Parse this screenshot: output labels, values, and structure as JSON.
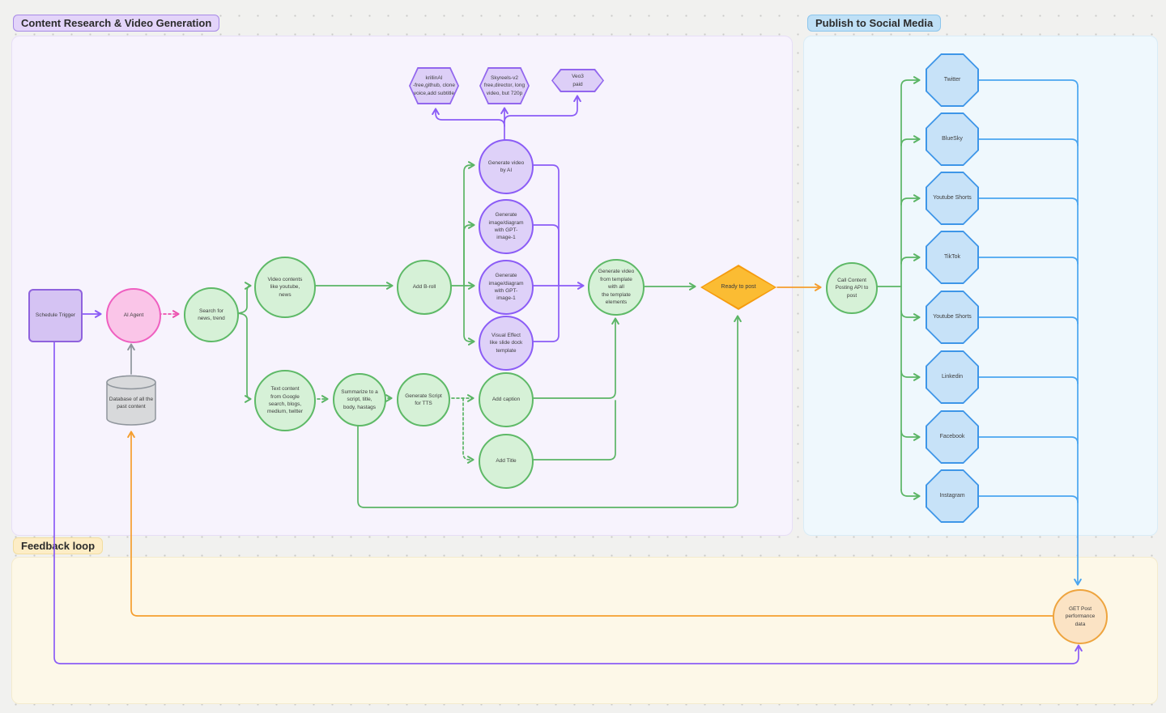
{
  "badges": {
    "research": "Content Research & Video Generation",
    "publish": "Publish to Social Media",
    "feedback": "Feedback loop"
  },
  "nodes": {
    "schedule_trigger": "Schedule Trigger",
    "ai_agent": "AI Agent",
    "search": "Search for\nnews, trend",
    "video_contents": "Video contents\nlike youtube,\nnews",
    "text_content": "Text content\nfrom Google\nsearch, blogs,\nmedium, twitter",
    "add_broll": "Add B-roll",
    "gen_video_ai": "Generate video\nby AI",
    "gen_img_1": "Generate\nimage/diagram\nwith GPT-\nimage-1",
    "gen_img_2": "Generate\nimage/diagram\nwith GPT-\nimage-1",
    "visual_effect": "Visual Effect\nlike slide dock\ntemplate",
    "gen_video_template": "Generate video\nfrom template\nwith all\nthe template\nelements",
    "summarize": "Summarize to a\nscript, title,\nbody, hastags",
    "gen_script_tts": "Generate Script\nfor TTS",
    "add_caption": "Add caption",
    "add_title": "Add Title",
    "ready_to_post": "Ready to post",
    "call_api": "Call Content\nPosting API to\npost",
    "database": "Database of all the\npast content",
    "get_post": "GET Post\nperformance\ndata",
    "hex_krillin": "krillinAI\n-free,github, clone\nvoice,add subtitle",
    "hex_skyreels": "Skyreels-v2\nfree,director, long\nvideo, but 720p",
    "hex_veo3": "Veo3\npaid"
  },
  "platforms": [
    "Twitter",
    "BlueSky",
    "Youtube Shorts",
    "TikTok",
    "Youtube Shorts",
    "Linkedin",
    "Facebook",
    "Instagram"
  ],
  "colors": {
    "green_edge": "#5bb565",
    "purple_edge": "#8b5cf6",
    "pink_edge": "#ec4fae",
    "orange_edge": "#f59e2e",
    "blue_edge": "#4aa5f0",
    "gray_edge": "#8f959c",
    "green_node_fill": "#d6f1d7",
    "purple_node_fill": "#ded1f8",
    "blue_node_fill": "#c7e2f8",
    "diamond_fill": "#fbbc33",
    "research_frame": "#f7f3fd",
    "publish_frame": "#eff8fd",
    "feedback_frame": "#fdf8e8"
  }
}
